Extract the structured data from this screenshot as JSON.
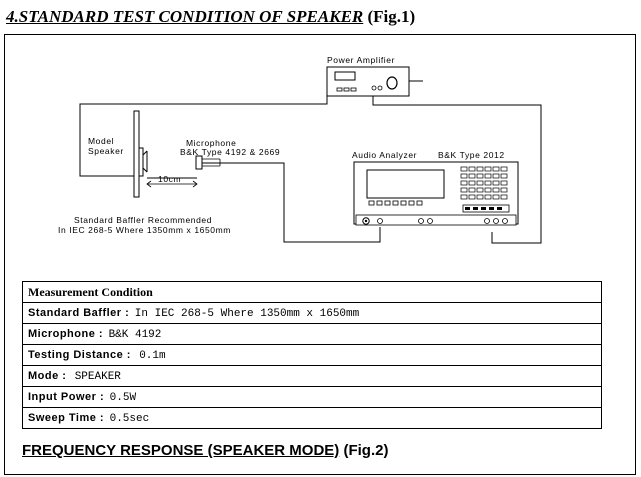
{
  "heading": {
    "title": "4.STANDARD TEST CONDITION OF SPEAKER",
    "fig": "(Fig.1)"
  },
  "diagram": {
    "power_amplifier": "Power Amplifier",
    "model_speaker_line1": "Model",
    "model_speaker_line2": "Speaker",
    "microphone_line1": "Microphone",
    "microphone_line2": "B&K Type 4192 & 2669",
    "audio_analyzer": "Audio Analyzer",
    "analyzer_type": "B&K Type 2012",
    "distance": "10cm",
    "baffler_line1": "Standard Baffler Recommended",
    "baffler_line2": "In IEC 268-5 Where 1350mm x 1650mm"
  },
  "measurement": {
    "title": "Measurement Condition",
    "rows": [
      {
        "label": "Standard Baffler :",
        "value": "In IEC 268-5 Where 1350mm x 1650mm"
      },
      {
        "label": "Microphone :",
        "value": "B&K 4192"
      },
      {
        "label": "Testing Distance :",
        "value": "0.1m"
      },
      {
        "label": "Mode :",
        "value": "SPEAKER"
      },
      {
        "label": "Input Power :",
        "value": "0.5W"
      },
      {
        "label": "Sweep Time :",
        "value": "0.5sec"
      }
    ]
  },
  "footer": {
    "title": "FREQUENCY RESPONSE (SPEAKER MODE)",
    "fig": "(Fig.2)"
  }
}
